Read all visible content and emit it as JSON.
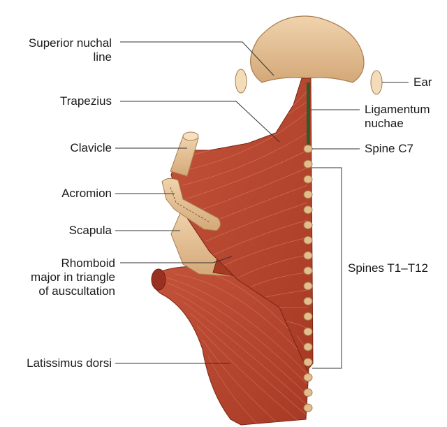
{
  "labels": {
    "superior_nuchal_line": [
      "Superior nuchal",
      "line"
    ],
    "trapezius": "Trapezius",
    "clavicle": "Clavicle",
    "acromion": "Acromion",
    "scapula": "Scapula",
    "rhomboid": [
      "Rhomboid",
      "major in triangle",
      "of auscultation"
    ],
    "latissimus_dorsi": "Latissimus dorsi",
    "ear": "Ear",
    "ligamentum_nuchae": [
      "Ligamentum",
      "nuchae"
    ],
    "spine_c7": "Spine C7",
    "spines_t1_t12": "Spines T1–T12"
  },
  "colors": {
    "muscle": "#b8432c",
    "muscle_dark": "#8e2a1a",
    "muscle_fiber": "#e08a72",
    "bone": "#e8c8a0",
    "bone_dark": "#c79a68",
    "ligament": "#2f5a2a",
    "leader_line": "#333333"
  }
}
